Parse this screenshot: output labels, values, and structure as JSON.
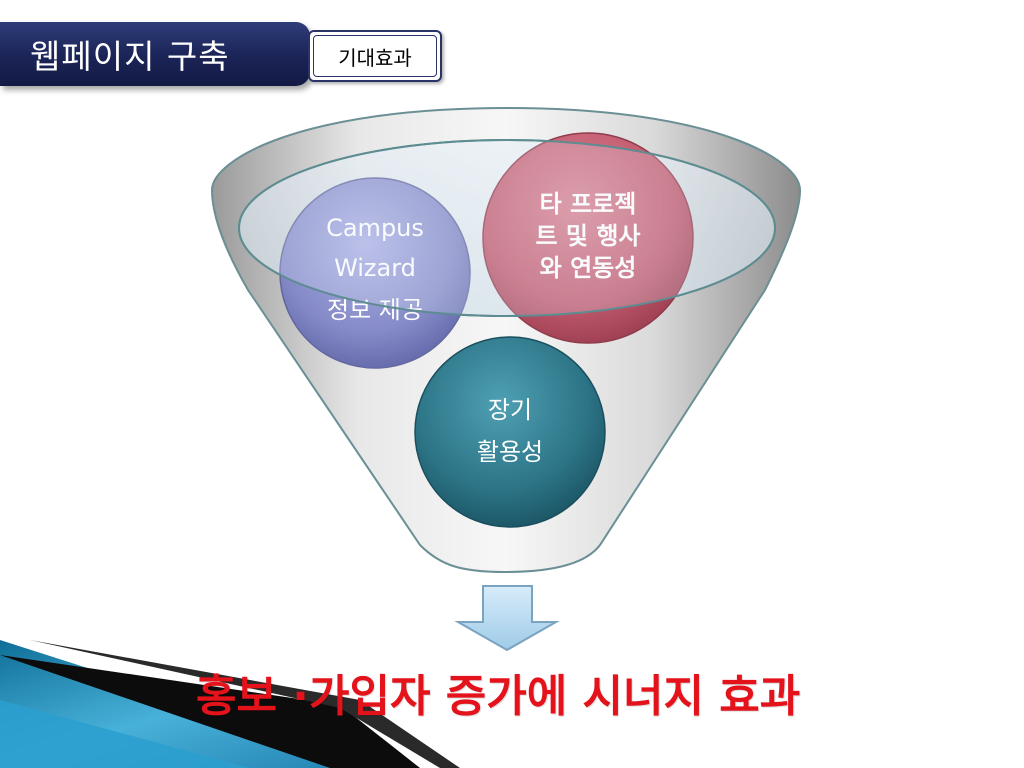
{
  "slide": {
    "title": "웹페이지 구축",
    "subtitle_tab": "기대효과"
  },
  "funnel": {
    "circles": [
      {
        "id": "campus",
        "lines": [
          "Campus",
          "Wizard",
          "정보 제공"
        ],
        "color": "#8a8fd0"
      },
      {
        "id": "project",
        "lines": [
          "타 프로젝",
          "트 및 행사",
          "와 연동성"
        ],
        "color": "#c4566c"
      },
      {
        "id": "longterm",
        "lines": [
          "장기",
          "활용성"
        ],
        "color": "#2f7c90"
      }
    ]
  },
  "result_text": "홍보 ·가입자 증가에 시너지 효과"
}
